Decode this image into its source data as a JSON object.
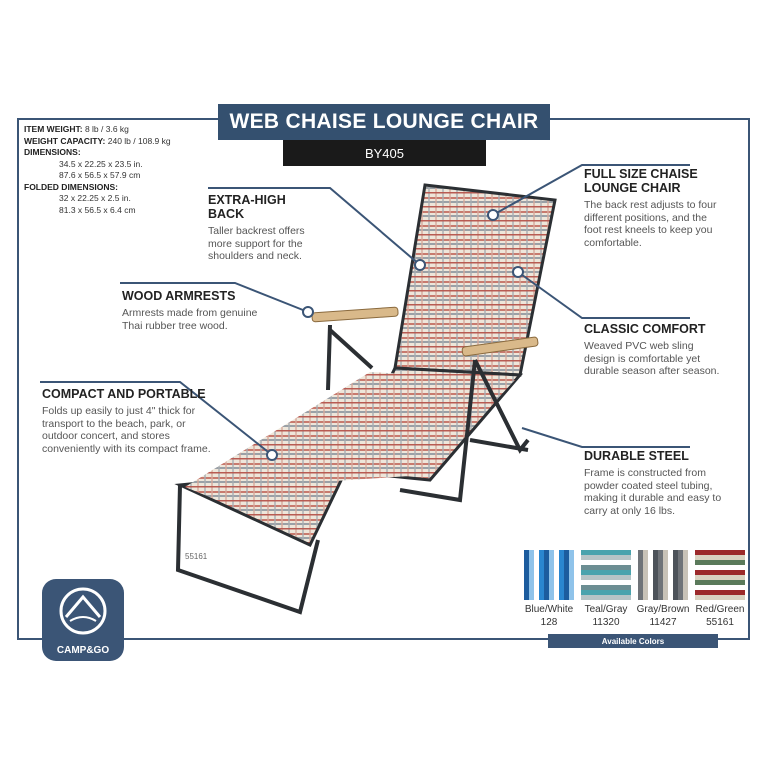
{
  "title": "WEB CHAISE LOUNGE CHAIR",
  "model": "BY405",
  "specs": {
    "weight_label": "ITEM WEIGHT:",
    "weight_value": "8 lb / 3.6 kg",
    "capacity_label": "WEIGHT CAPACITY:",
    "capacity_value": "240 lb / 108.9 kg",
    "dimensions_label": "DIMENSIONS:",
    "dimensions_in": "34.5 x 22.25 x 23.5 in.",
    "dimensions_cm": "87.6 x 56.5 x 57.9 cm",
    "folded_label": "FOLDED DIMENSIONS:",
    "folded_in": "32 x 22.25 x 2.5 in.",
    "folded_cm": "81.3 x 56.5 x 6.4 cm"
  },
  "features": {
    "extra_high_back": {
      "title": "EXTRA-HIGH BACK",
      "text": "Taller backrest offers more support for the shoulders and neck."
    },
    "wood_armrests": {
      "title": "WOOD ARMRESTS",
      "text": "Armrests made from genuine Thai rubber tree wood."
    },
    "compact": {
      "title": "COMPACT AND PORTABLE",
      "text": "Folds up easily to just 4\" thick for transport to the beach, park, or outdoor concert, and stores conveniently with its compact frame."
    },
    "full_size": {
      "title": "FULL SIZE CHAISE LOUNGE CHAIR",
      "text": "The back rest adjusts to four different positions, and the foot rest kneels to keep you comfortable."
    },
    "classic": {
      "title": "CLASSIC COMFORT",
      "text": "Weaved PVC web sling design is comfortable yet durable season after season."
    },
    "steel": {
      "title": "DURABLE STEEL",
      "text": "Frame is constructed from powder coated steel tubing, making it durable and easy to carry at only 16 lbs."
    }
  },
  "product_code": "55161",
  "colors": [
    {
      "name": "Blue/White",
      "code": "128",
      "stripes": [
        "#1c5c9e",
        "#8fc3ea",
        "#ffffff",
        "#2a86cf"
      ]
    },
    {
      "name": "Teal/Gray",
      "code": "11320",
      "stripes": [
        "#4aa3ad",
        "#b7c4c6",
        "#ffffff",
        "#6c8e93"
      ]
    },
    {
      "name": "Gray/Brown",
      "code": "11427",
      "stripes": [
        "#6f7378",
        "#c8c2b7",
        "#ffffff",
        "#4d535a"
      ]
    },
    {
      "name": "Red/Green",
      "code": "55161",
      "stripes": [
        "#9c2a2a",
        "#d9d2c0",
        "#5a7a5a",
        "#ffffff"
      ]
    }
  ],
  "available_colors_label": "Available Colors",
  "brand": "CAMP&GO"
}
